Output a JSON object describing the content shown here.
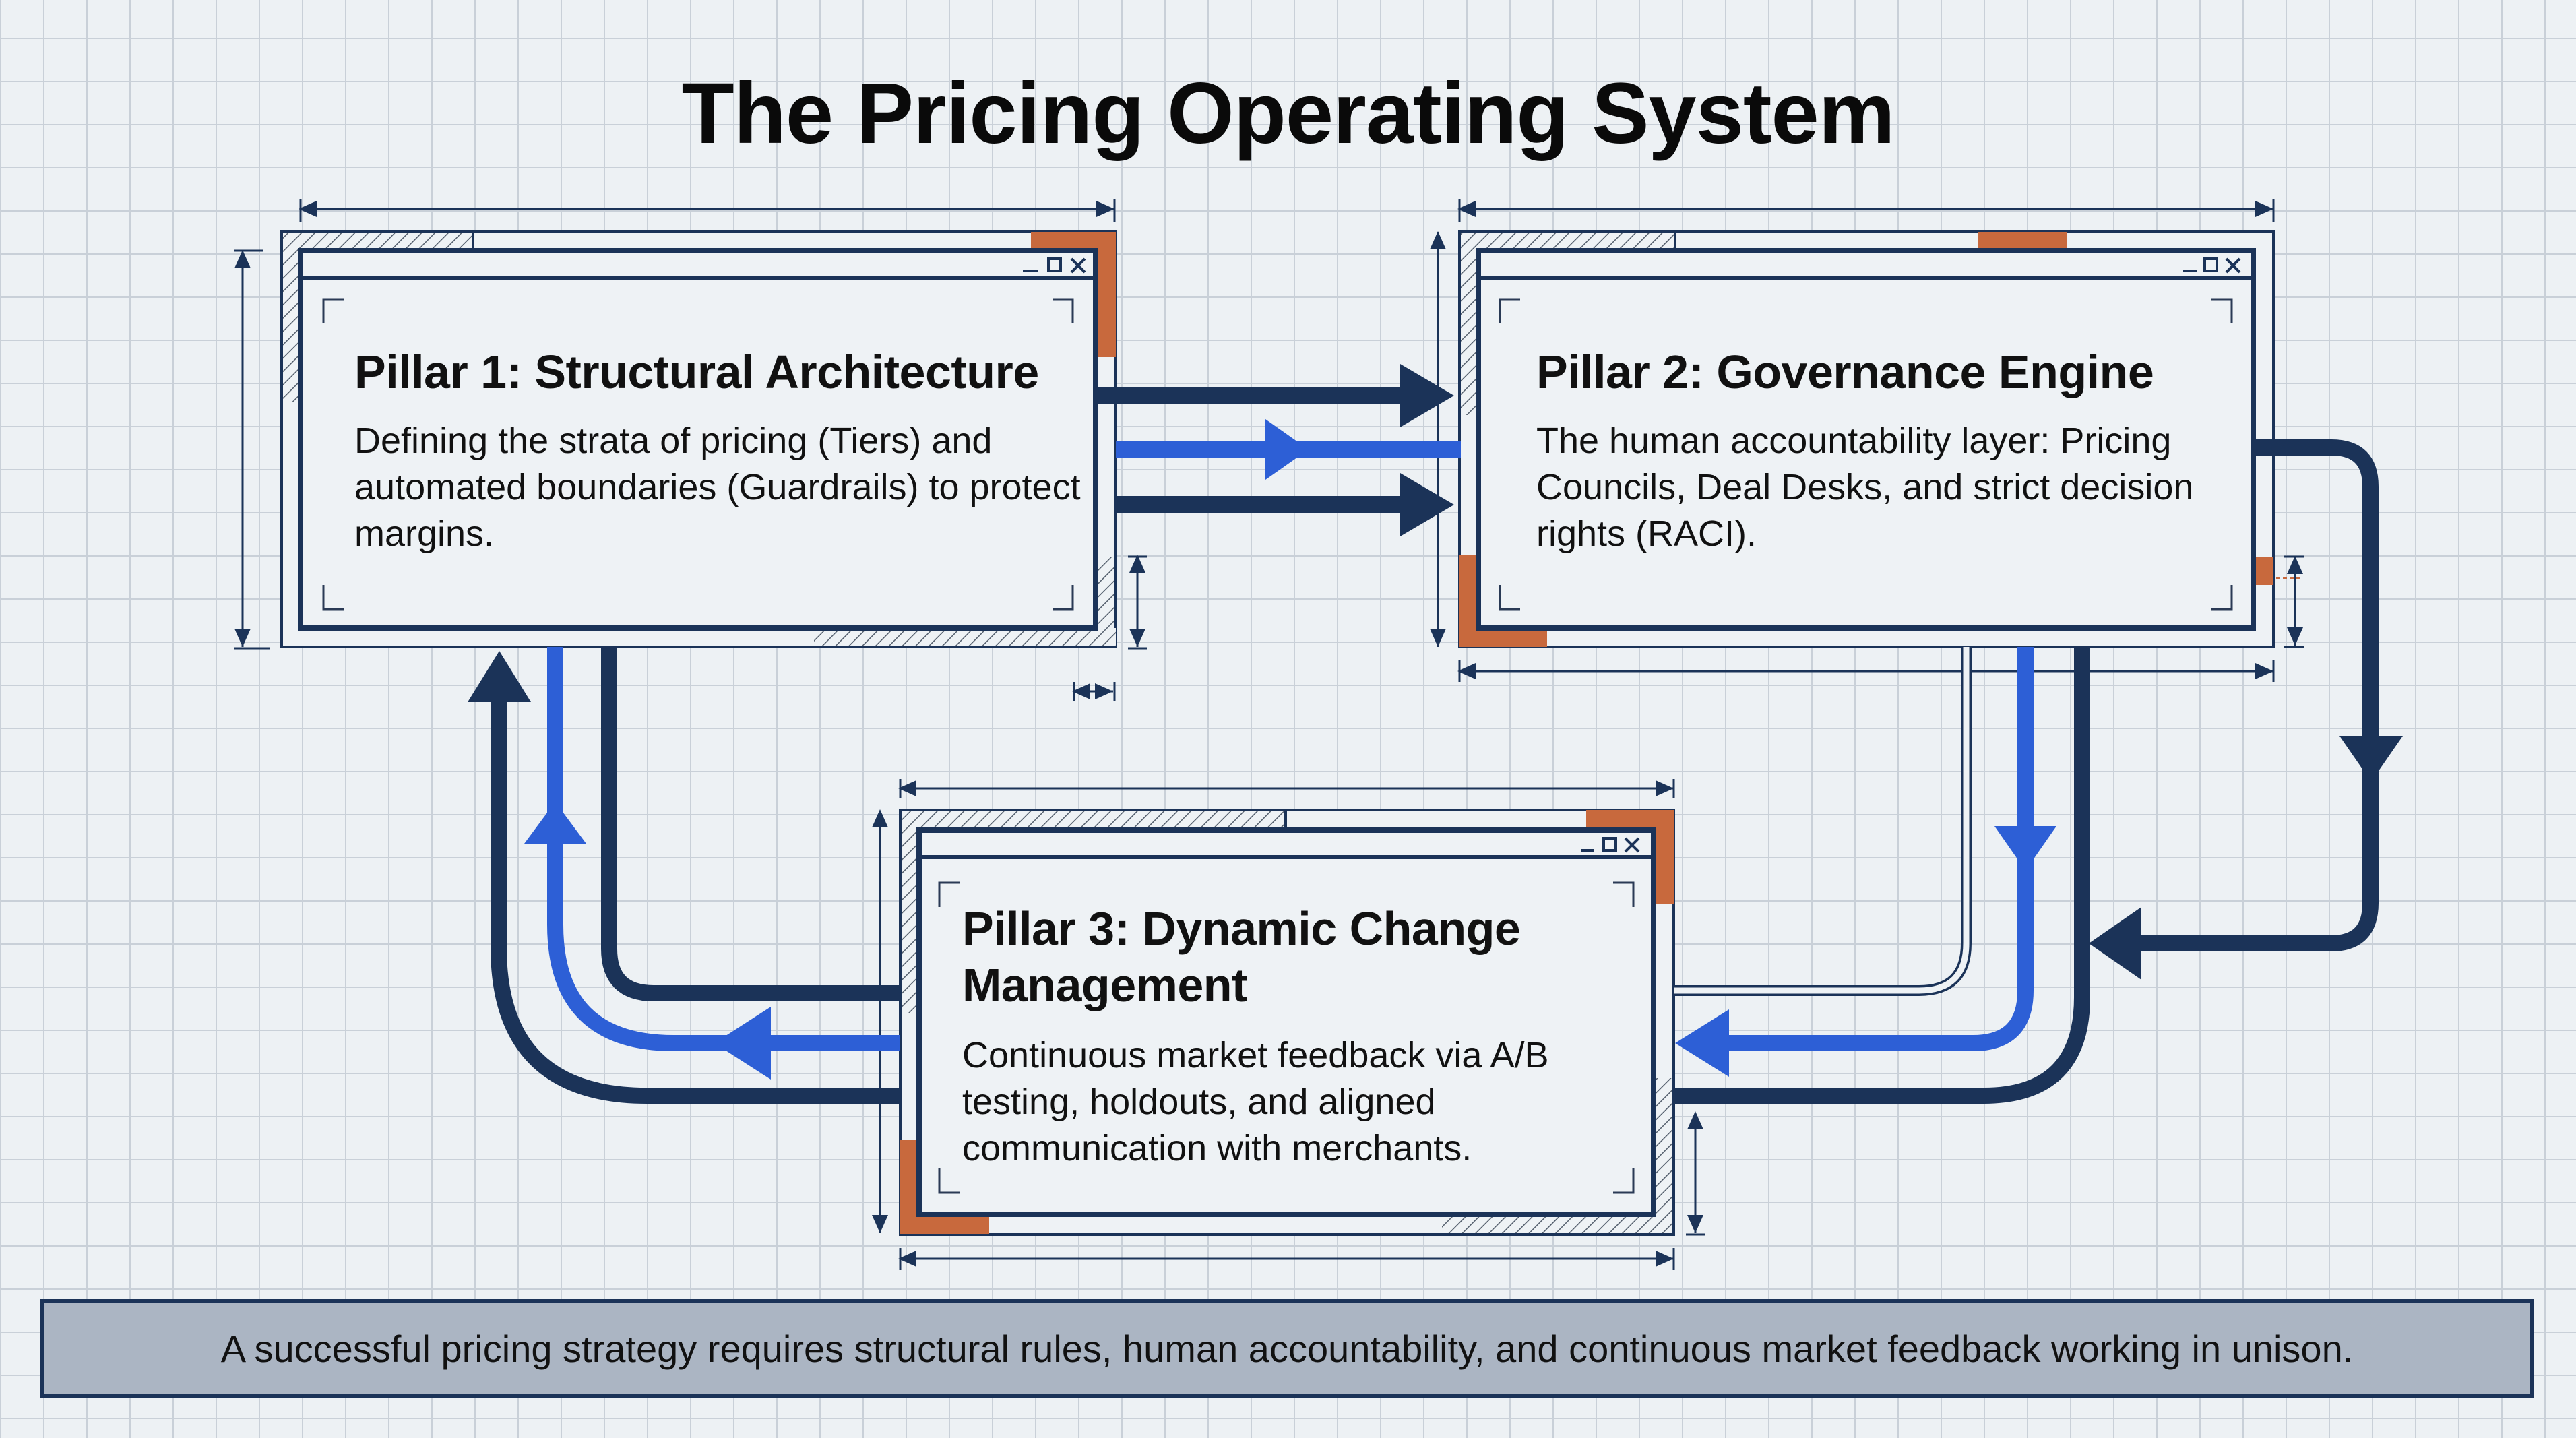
{
  "title": "The Pricing Operating System",
  "colors": {
    "background": "#EDF1F4",
    "grid_line": "#C9D0D8",
    "navy": "#1B3358",
    "blue": "#2D5FD6",
    "orange_accent": "#C8693D",
    "window_fill": "#EEF2F5",
    "footer_fill": "#ABB5C3"
  },
  "pillars": [
    {
      "id": "pillar-1",
      "title": "Pillar 1: Structural Architecture",
      "description": "Defining the strata of pricing (Tiers) and automated boundaries (Guardrails) to protect margins.",
      "window_controls": [
        "minimize-icon",
        "maximize-icon",
        "close-icon"
      ]
    },
    {
      "id": "pillar-2",
      "title": "Pillar 2: Governance Engine",
      "description": "The human accountability layer: Pricing Councils, Deal Desks, and strict decision rights (RACI).",
      "window_controls": [
        "minimize-icon",
        "maximize-icon",
        "close-icon"
      ]
    },
    {
      "id": "pillar-3",
      "title": "Pillar 3: Dynamic Change Management",
      "description": "Continuous market feedback via A/B testing, holdouts, and aligned communication with merchants.",
      "window_controls": [
        "minimize-icon",
        "maximize-icon",
        "close-icon"
      ]
    }
  ],
  "flows": [
    {
      "from": "pillar-1",
      "to": "pillar-2",
      "arrows": [
        "navy",
        "blue",
        "navy"
      ],
      "direction": "right"
    },
    {
      "from": "pillar-2",
      "to": "pillar-3",
      "arrows": [
        "navy-outline",
        "blue",
        "navy"
      ],
      "direction": "down-then-left"
    },
    {
      "from": "pillar-2",
      "to": "pillar-3",
      "arrows": [
        "navy"
      ],
      "direction": "right-loop-down-then-left"
    },
    {
      "from": "pillar-3",
      "to": "pillar-1",
      "arrows": [
        "navy",
        "blue",
        "navy"
      ],
      "direction": "left-then-up"
    }
  ],
  "footer": {
    "text": "A successful pricing strategy requires structural rules, human accountability, and continuous market feedback working in unison."
  }
}
